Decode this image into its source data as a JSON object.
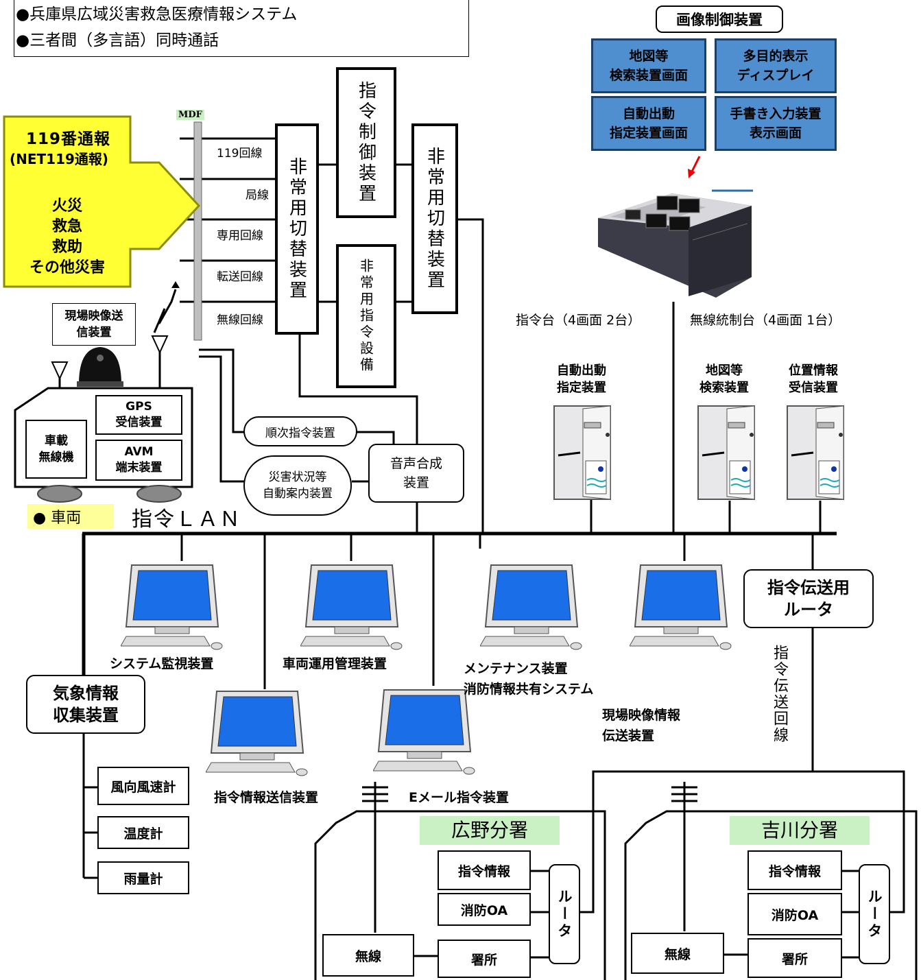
{
  "header": {
    "lines": [
      "●兵庫県広域災害救急医療情報システム",
      "●三者間（多言語）同時通話"
    ]
  },
  "call_arrow": {
    "title": "119番通報",
    "subtitle": "(NET119通報)",
    "items": [
      "火災",
      "救急",
      "救助",
      "その他災害"
    ],
    "color": "#ffff33"
  },
  "mdf": {
    "label": "MDF"
  },
  "lines_in": [
    "119回線",
    "局線",
    "専用回線",
    "転送回線",
    "無線回線"
  ],
  "switch_left": "非常用切替装置",
  "switch_right": "非常用切替装置",
  "command_control": "指令制御装置",
  "emergency_command": "非常用指令設備",
  "sequential": "順次指令装置",
  "auto_guide": "災害状況等\n自動案内装置",
  "voice_synth": "音声合成\n装置",
  "vehicle": {
    "camera_label": "現場映像送\n信装置",
    "gps": "GPS\n受信装置",
    "avm": "AVM\n端末装置",
    "radio": "車載\n無線機",
    "caption": "● 車両"
  },
  "lan_label": "指令ＬＡＮ",
  "image_control": {
    "title": "画像制御装置",
    "panels": [
      "地図等\n検索装置画面",
      "多目的表示\nディスプレイ",
      "自動出動\n指定装置画面",
      "手書き入力装置\n表示画面"
    ]
  },
  "consoles": {
    "command": "指令台（4画面 2台）",
    "radio": "無線統制台（4画面 1台）"
  },
  "servers": [
    "自動出動\n指定装置",
    "地図等\n検索装置",
    "位置情報\n受信装置"
  ],
  "pcs": [
    "システム監視装置",
    "車両運用管理装置",
    "メンテナンス装置",
    "消防情報共有システム",
    "現場映像情報\n伝送装置",
    "指令情報送信装置",
    "Eメール指令装置"
  ],
  "router_main": "指令伝送用\nルータ",
  "transmission_line": "指令伝送回線",
  "weather": {
    "title": "気象情報\n収集装置",
    "sensors": [
      "風向風速計",
      "温度計",
      "雨量計"
    ]
  },
  "branches": [
    {
      "name": "広野分署",
      "info": "指令情報",
      "oa": "消防OA",
      "office": "署所",
      "radio": "無線",
      "router": "ルータ"
    },
    {
      "name": "吉川分署",
      "info": "指令情報",
      "oa": "消防OA",
      "office": "署所",
      "radio": "無線",
      "router": "ルータ"
    }
  ],
  "colors": {
    "arrow": "#ffff33",
    "panel": "#4f8fd0",
    "screen": "#1a6fe8",
    "branch_label": "#c9f1c3"
  }
}
